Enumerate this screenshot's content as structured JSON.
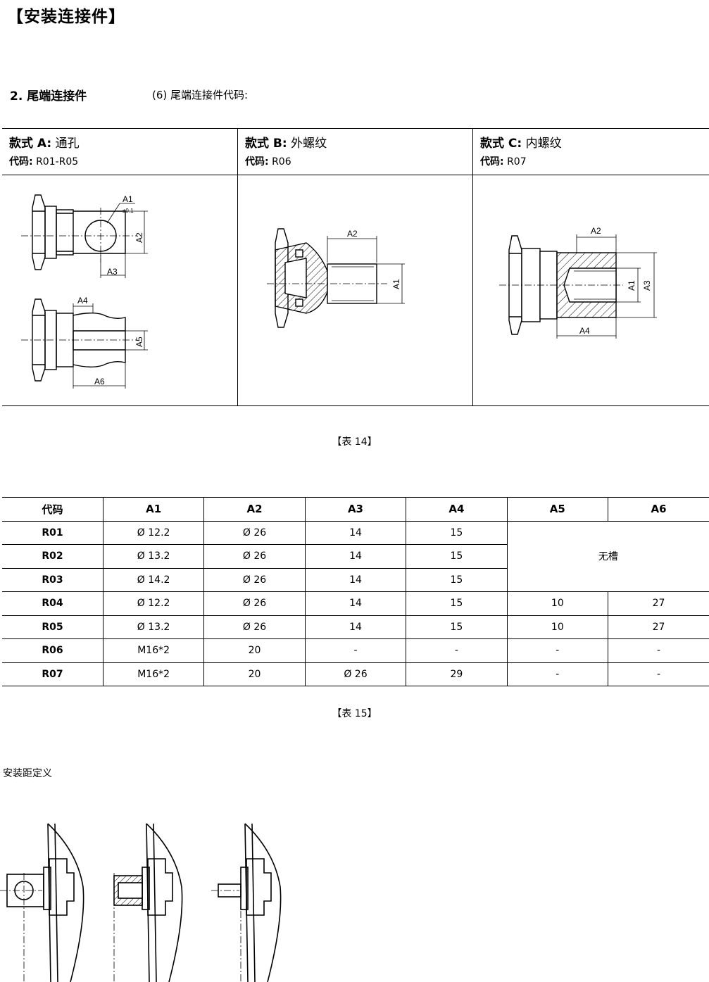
{
  "page_title": "【安装连接件】",
  "section": {
    "title": "2. 尾端连接件",
    "subtitle": "(6)  尾端连接件代码:"
  },
  "styles": [
    {
      "style_label": "款式 A:",
      "style_name": "通孔",
      "code_label": "代码:",
      "code_value": "R01-R05"
    },
    {
      "style_label": "款式 B:",
      "style_name": "外螺纹",
      "code_label": "代码:",
      "code_value": "R06"
    },
    {
      "style_label": "款式 C:",
      "style_name": "内螺纹",
      "code_label": "代码:",
      "code_value": "R07"
    }
  ],
  "drawing_labels": {
    "a": {
      "A1": "A1",
      "tol": "±0.1",
      "A2": "A2",
      "A3": "A3",
      "A4": "A4",
      "A5": "A5",
      "A6": "A6"
    },
    "b": {
      "A1": "A1",
      "A2": "A2"
    },
    "c": {
      "A1": "A1",
      "A2": "A2",
      "A3": "A3",
      "A4": "A4"
    }
  },
  "caption_14": "【表 14】",
  "table": {
    "headers": [
      "代码",
      "A1",
      "A2",
      "A3",
      "A4",
      "A5",
      "A6"
    ],
    "no_groove": "无槽",
    "rows": [
      [
        "R01",
        "Ø 12.2",
        "Ø 26",
        "14",
        "15"
      ],
      [
        "R02",
        "Ø 13.2",
        "Ø 26",
        "14",
        "15"
      ],
      [
        "R03",
        "Ø 14.2",
        "Ø 26",
        "14",
        "15"
      ],
      [
        "R04",
        "Ø 12.2",
        "Ø 26",
        "14",
        "15",
        "10",
        "27"
      ],
      [
        "R05",
        "Ø 13.2",
        "Ø 26",
        "14",
        "15",
        "10",
        "27"
      ],
      [
        "R06",
        "M16*2",
        "20",
        "-",
        "-",
        "-",
        "-"
      ],
      [
        "R07",
        "M16*2",
        "20",
        "Ø 26",
        "29",
        "-",
        "-"
      ]
    ]
  },
  "caption_15": "【表 15】",
  "install_distance": "安装距定义"
}
